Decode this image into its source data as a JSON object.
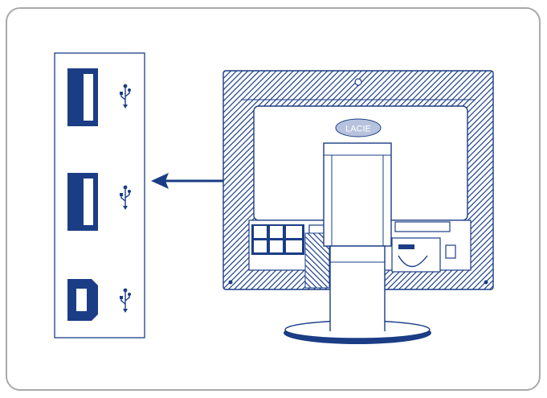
{
  "brand": {
    "logo_text": "LACIE"
  },
  "colors": {
    "primary": "#1a3d85",
    "frame": "#a9a9a9",
    "background": "#ffffff"
  },
  "ports": [
    {
      "type": "usb-a",
      "icon": "usb-icon"
    },
    {
      "type": "usb-a",
      "icon": "usb-icon"
    },
    {
      "type": "usb-b",
      "icon": "usb-icon"
    }
  ],
  "pointer": {
    "icon": "arrow-left-icon"
  }
}
